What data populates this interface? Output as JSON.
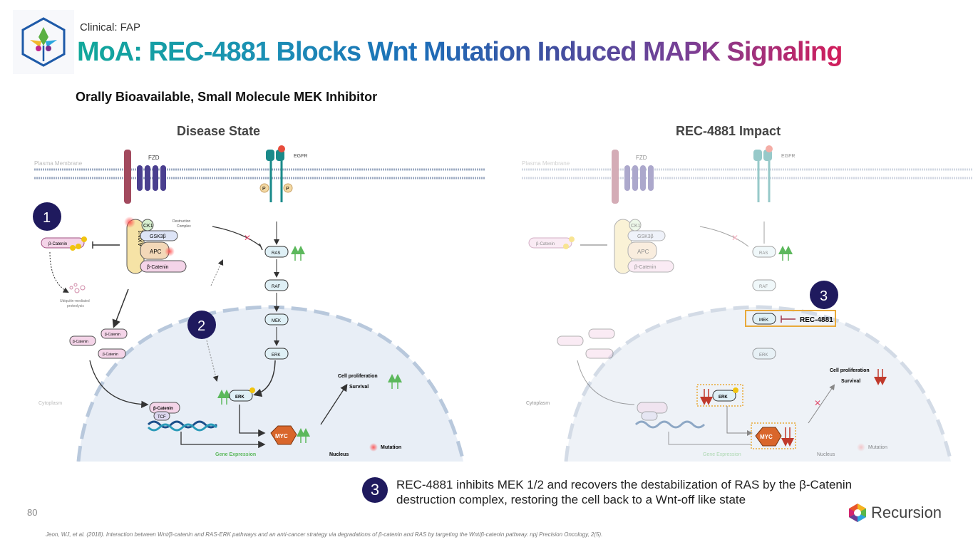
{
  "header": {
    "supertitle": "Clinical: FAP",
    "title": "MoA: REC-4881 Blocks Wnt Mutation Induced MAPK Signaling",
    "subtitle": "Orally Bioavailable, Small Molecule MEK Inhibitor",
    "logo_icon": "hexagon-leaf-logo"
  },
  "panels": {
    "left": {
      "title": "Disease State",
      "badges": [
        "1",
        "2"
      ],
      "labels": {
        "plasma_membrane": "Plasma Membrane",
        "fzd": "FZD",
        "egfr": "EGFR",
        "p": "P",
        "destruction_complex_1": "Destruction",
        "destruction_complex_2": "Complex",
        "ck1": "CK1",
        "gsk3b": "GSK3β",
        "apc": "APC",
        "axin1": "AXIN1",
        "beta_catenin": "β-Catenin",
        "ubiquitin_1": "Ubiquitin-mediated",
        "ubiquitin_2": "proteolysis",
        "ras": "RAS",
        "raf": "RAF",
        "mek": "MEK",
        "erk": "ERK",
        "tcf": "TCF",
        "myc": "MYC",
        "cytoplasm": "Cytoplasm",
        "nucleus": "Nucleus",
        "gene_expression": "Gene Expression",
        "cell_proliferation": "Cell proliferation",
        "survival": "Survival",
        "mutation": "Mutation"
      }
    },
    "right": {
      "title": "REC-4881 Impact",
      "badge": "3",
      "drug": "REC-4881"
    }
  },
  "footer": {
    "badge": "3",
    "text": "REC-4881 inhibits MEK 1/2 and recovers the destabilization of RAS by the β-Catenin destruction complex, restoring the cell back to a Wnt-off like state",
    "page_number": "80",
    "citation": "Jeon, WJ, et al. (2018). Interaction between Wnt/β-catenin and RAS-ERK pathways and an anti-cancer strategy via degradations of β-catenin and RAS by targeting the Wnt/β-catenin pathway. npj Precision Oncology, 2(5).",
    "brand": "Recursion"
  },
  "colors": {
    "badge": "#1f1a5e",
    "up_arrow": "#5cb85c",
    "down_arrow": "#c0392b",
    "highlight_box": "#e8a93a",
    "myc": "#d9662b",
    "fzd": "#4a3f8f",
    "egfr": "#1a8a8a"
  }
}
